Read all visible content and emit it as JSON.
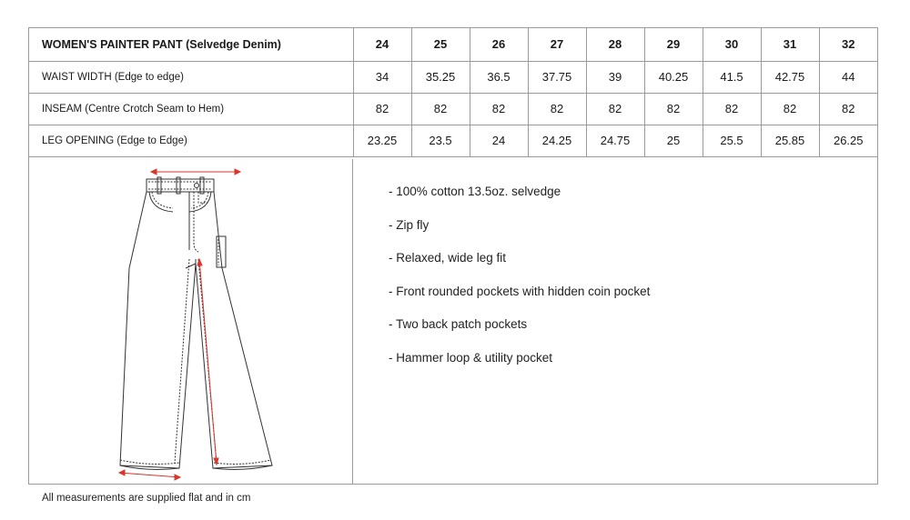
{
  "table": {
    "title": "WOMEN'S PAINTER PANT (Selvedge Denim)",
    "sizes": [
      "24",
      "25",
      "26",
      "27",
      "28",
      "29",
      "30",
      "31",
      "32"
    ],
    "rows": [
      {
        "label": "WAIST WIDTH (Edge to edge)",
        "values": [
          "34",
          "35.25",
          "36.5",
          "37.75",
          "39",
          "40.25",
          "41.5",
          "42.75",
          "44"
        ]
      },
      {
        "label": "INSEAM (Centre Crotch Seam to Hem)",
        "values": [
          "82",
          "82",
          "82",
          "82",
          "82",
          "82",
          "82",
          "82",
          "82"
        ]
      },
      {
        "label": "LEG OPENING (Edge to Edge)",
        "values": [
          "23.25",
          "23.5",
          "24",
          "24.25",
          "24.75",
          "25",
          "25.5",
          "25.85",
          "26.25"
        ]
      }
    ]
  },
  "features": [
    "- 100% cotton 13.5oz. selvedge",
    "- Zip fly",
    "- Relaxed, wide leg fit",
    "- Front rounded pockets with hidden coin pocket",
    "- Two back patch pockets",
    "- Hammer loop & utility pocket"
  ],
  "footnote": "All measurements are supplied flat and in cm",
  "colors": {
    "measure_line": "#d9352b",
    "border": "#9a9a9a",
    "sketch": "#333333"
  }
}
